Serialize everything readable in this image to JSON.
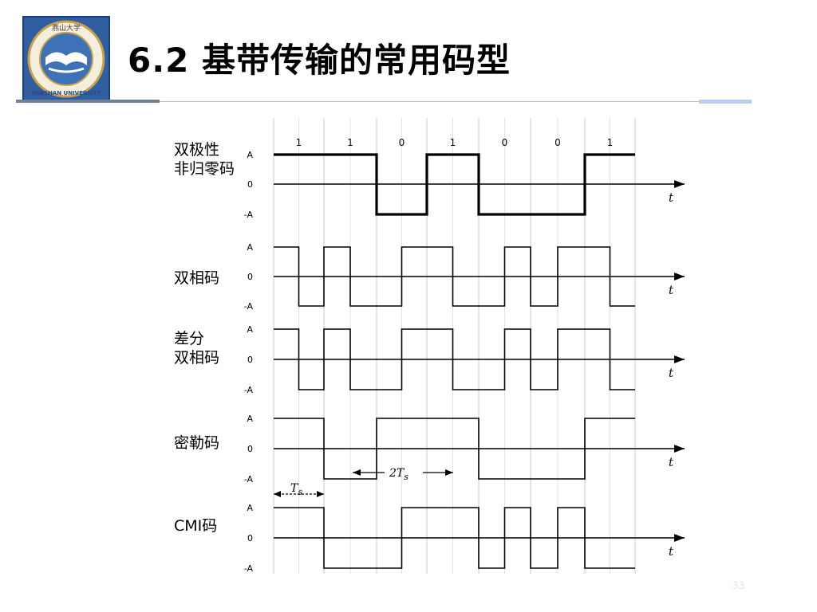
{
  "slide": {
    "title": "6.2 基带传输的常用码型",
    "slide_number": "33"
  },
  "logo": {
    "text_top": "燕山大学",
    "text_bottom": "YANSHAN UNIVERSITY",
    "colors": {
      "bg": "#2f5fa0",
      "ring": "#c9a04a",
      "inner": "#ffffff"
    }
  },
  "diagram": {
    "bits": [
      "1",
      "1",
      "0",
      "1",
      "0",
      "0",
      "1"
    ],
    "time_axis_label": "t",
    "levels": {
      "high": "A",
      "zero": "0",
      "low": "-A"
    },
    "rows": [
      {
        "label_lines": [
          "双极性",
          "非归零码"
        ],
        "waveform": "1,1,1,1,-1,-1,1,1,-1,-1,-1,-1,1,1",
        "bold": true
      },
      {
        "label_lines": [
          "双相码"
        ],
        "waveform": "1,-1,1,-1,-1,1,1,-1,-1,1,-1,1,1,-1",
        "bold": false
      },
      {
        "label_lines": [
          "差分",
          "双相码"
        ],
        "waveform": "1,-1,1,-1,-1,1,1,-1,-1,1,-1,1,1,-1",
        "bold": false
      },
      {
        "label_lines": [
          "密勒码"
        ],
        "waveform": "1,1,-1,-1,1,1,1,1,-1,-1,-1,-1,1,1",
        "bold": false
      },
      {
        "label_lines": [
          "CMI码"
        ],
        "waveform": "1,1,-1,-1,-1,1,1,1,-1,1,-1,1,-1,-1",
        "bold": false
      }
    ],
    "annotations": {
      "miller_interval": "2T",
      "miller_interval_sub": "s",
      "bit_period": "T",
      "bit_period_sub": "s"
    }
  }
}
